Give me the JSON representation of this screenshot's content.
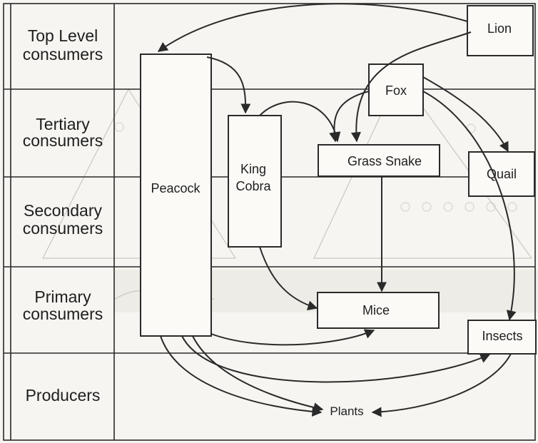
{
  "levels": [
    {
      "name": "top",
      "line1": "Top Level",
      "line2": "consumers"
    },
    {
      "name": "tertiary",
      "line1": "Tertiary",
      "line2": "consumers"
    },
    {
      "name": "secondary",
      "line1": "Secondary",
      "line2": "consumers"
    },
    {
      "name": "primary",
      "line1": "Primary",
      "line2": "consumers"
    },
    {
      "name": "producers",
      "line1": "Producers",
      "line2": ""
    }
  ],
  "organisms": {
    "lion": "Lion",
    "fox": "Fox",
    "quail": "Quail",
    "grass_snake": "Grass Snake",
    "peacock": "Peacock",
    "king_cobra_line1": "King",
    "king_cobra_line2": "Cobra",
    "mice": "Mice",
    "insects": "Insects",
    "plants": "Plants"
  },
  "colors": {
    "ink": "#2a2a2a",
    "paper": "#f6f5f1",
    "faded_background": "#c9c7c0"
  }
}
